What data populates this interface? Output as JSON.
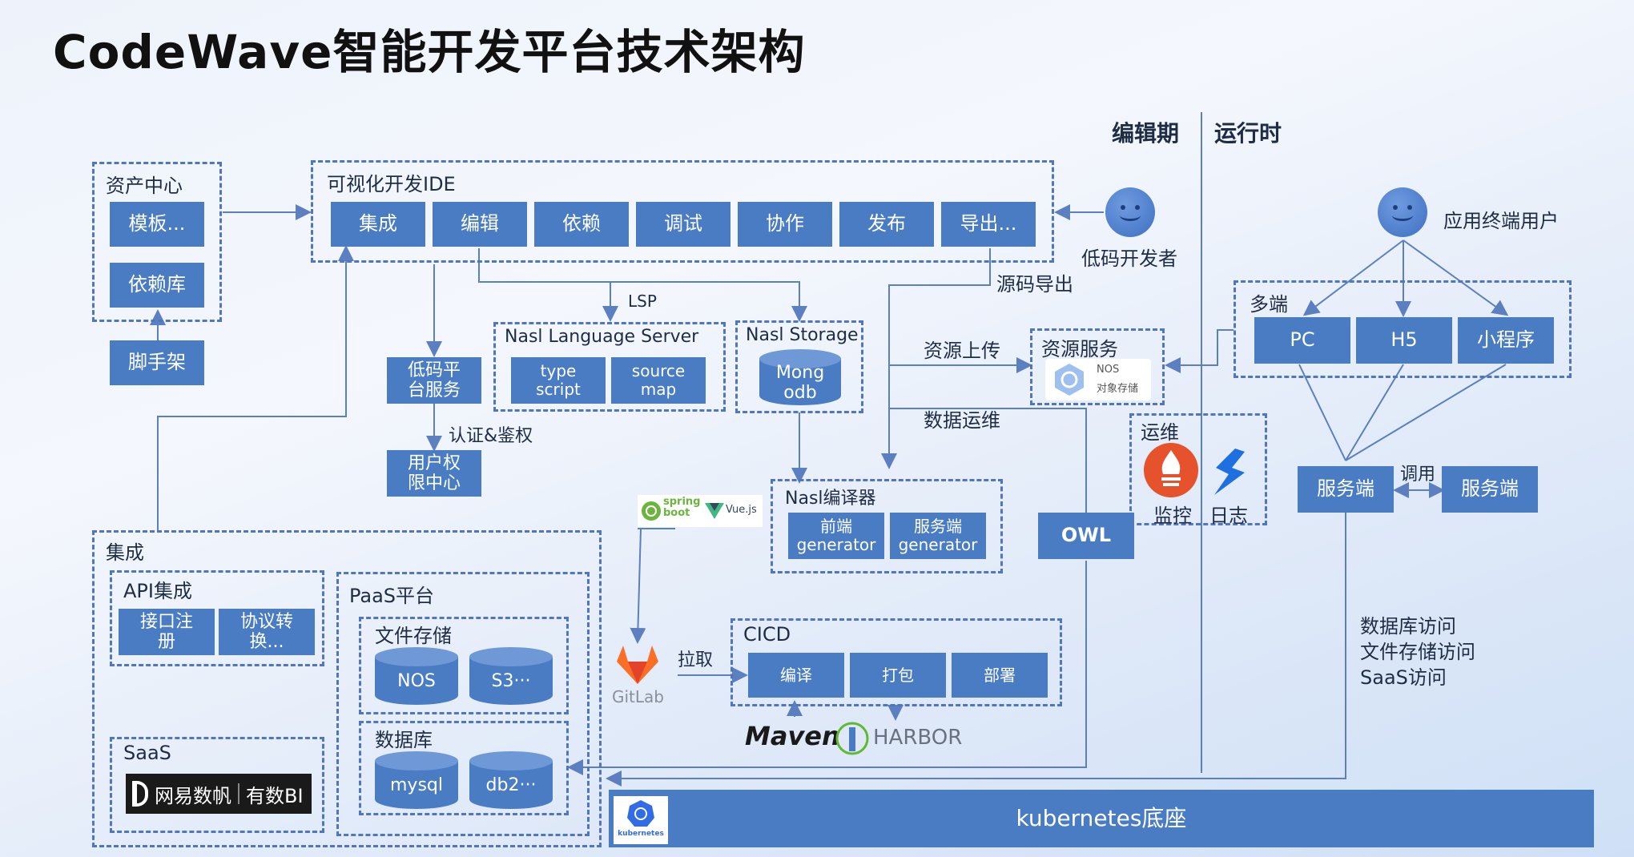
{
  "title": "CodeWave智能开发平台技术架构",
  "headers": {
    "edit_time": "编辑期",
    "run_time": "运行时"
  },
  "asset_center": {
    "label": "资产中心",
    "template": "模板...",
    "dep_lib": "依赖库",
    "scaffold": "脚手架"
  },
  "ide": {
    "label": "可视化开发IDE",
    "tabs": [
      "集成",
      "编辑",
      "依赖",
      "调试",
      "协作",
      "发布",
      "导出..."
    ]
  },
  "developer": "低码开发者",
  "source_export": "源码导出",
  "lsp": "LSP",
  "nasl_ls": {
    "label": "Nasl Language Server",
    "typescript": "type\nscript",
    "sourcemap": "source\nmap"
  },
  "nasl_storage": {
    "label": "Nasl Storage",
    "mongodb": "Mong\nodb"
  },
  "lowcode_service": "低码平\n台服务",
  "auth": "认证&鉴权",
  "user_center": "用户权\n限中心",
  "resource_upload": "资源上传",
  "resource_service": {
    "label": "资源服务",
    "nos": "NOS",
    "nos_sub": "对象存储"
  },
  "data_ops": "数据运维",
  "ops": {
    "label": "运维",
    "monitor": "监控",
    "log": "日志"
  },
  "owl": "OWL",
  "end_user": "应用终端用户",
  "multi_end": {
    "label": "多端",
    "pc": "PC",
    "h5": "H5",
    "miniapp": "小程序"
  },
  "server_left": "服务端",
  "server_right": "服务端",
  "call": "调用",
  "access_list": [
    "数据库访问",
    "文件存储访问",
    "SaaS访问"
  ],
  "nasl_compiler": {
    "label": "Nasl编译器",
    "frontend": "前端\ngenerator",
    "backend": "服务端\ngenerator"
  },
  "spring_boot": "spring\nboot",
  "vuejs": "Vue.js",
  "gitlab": "GitLab",
  "pull": "拉取",
  "cicd": {
    "label": "CICD",
    "compile": "编译",
    "package": "打包",
    "deploy": "部署"
  },
  "maven": "Maven",
  "harbor": "HARBOR",
  "integration": {
    "label": "集成",
    "api": {
      "label": "API集成",
      "register": "接口注\n册",
      "convert": "协议转\n换..."
    },
    "saas": {
      "label": "SaaS",
      "brand1": "网易数帆",
      "brand2": "有数BI"
    },
    "paas": {
      "label": "PaaS平台",
      "file": {
        "label": "文件存储",
        "nos": "NOS",
        "s3": "S3···"
      },
      "db": {
        "label": "数据库",
        "mysql": "mysql",
        "db2": "db2···"
      }
    }
  },
  "k8s": {
    "label": "kubernetes底座",
    "logo_text": "kubernetes"
  },
  "colors": {
    "block": "#4a7cc4",
    "dash": "#4f76bf",
    "line": "#5b7fbf"
  }
}
